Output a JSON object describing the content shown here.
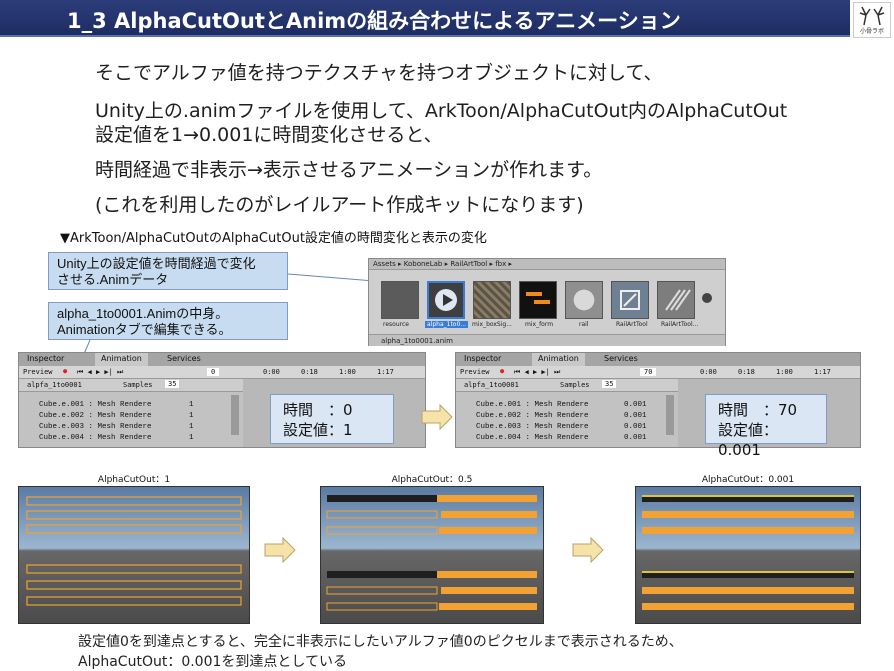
{
  "header": {
    "title": "1_3 AlphaCutOutとAnimの組み合わせによるアニメーション",
    "logo_text": "小骨ラボ"
  },
  "body_lines": [
    "そこでアルファ値を持つテクスチャを持つオブジェクトに対して、",
    "Unity上の.animファイルを使用して、ArkToon/AlphaCutOut内のAlphaCutOut",
    "設定値を1→0.001に時間変化させると、",
    "時間経過で非表示→表示させるアニメーションが作れます。",
    "(これを利用したのがレイルアート作成キットになります)"
  ],
  "section_caption": "▼ArkToon/AlphaCutOutのAlphaCutOut設定値の時間変化と表示の変化",
  "callouts": {
    "anim_data": [
      "Unity上の設定値を時間経過で変化",
      "させる.Animデータ"
    ],
    "anim_contents": [
      "alpha_1to0001.Animの中身。",
      "Animationタブで編集できる。"
    ],
    "left_values": [
      "時間　：0",
      "設定値：1"
    ],
    "right_values": [
      "時間　：70",
      "設定値：0.001"
    ]
  },
  "asset_browser": {
    "breadcrumb": "Assets ▸ KoboneLab ▸ RailArtTool ▸ fbx ▸",
    "items": [
      "resource",
      "alpha_1to0...",
      "mix_boxSig...",
      "mix_form",
      "rail",
      "RailArtTool",
      "RailArtTool..."
    ],
    "footer_file": "alpha_1to0001.anim"
  },
  "animation_panel_left": {
    "tabs": [
      "Inspector",
      "Animation",
      "Services"
    ],
    "preview_label": "Preview",
    "frame_value": "0",
    "clip_name": "alpfa_1to0001",
    "samples_label": "Samples",
    "samples_value": "35",
    "ruler": [
      "0:00",
      "0:18",
      "1:00",
      "1:17"
    ],
    "rows": [
      {
        "name": "Cube.e.001 : Mesh Rendere",
        "value": "1"
      },
      {
        "name": "Cube.e.002 : Mesh Rendere",
        "value": "1"
      },
      {
        "name": "Cube.e.003 : Mesh Rendere",
        "value": "1"
      },
      {
        "name": "Cube.e.004 : Mesh Rendere",
        "value": "1"
      }
    ]
  },
  "animation_panel_right": {
    "tabs": [
      "Inspector",
      "Animation",
      "Services"
    ],
    "preview_label": "Preview",
    "frame_value": "70",
    "clip_name": "alpfa_1to0001",
    "samples_label": "Samples",
    "samples_value": "35",
    "ruler": [
      "0:00",
      "0:18",
      "1:00",
      "1:17"
    ],
    "rows": [
      {
        "name": "Cube.e.001 : Mesh Rendere",
        "value": "0.001"
      },
      {
        "name": "Cube.e.002 : Mesh Rendere",
        "value": "0.001"
      },
      {
        "name": "Cube.e.003 : Mesh Rendere",
        "value": "0.001"
      },
      {
        "name": "Cube.e.004 : Mesh Rendere",
        "value": "0.001"
      }
    ]
  },
  "scenes": [
    {
      "label": "AlphaCutOut：1"
    },
    {
      "label": "AlphaCutOut：0.5"
    },
    {
      "label": "AlphaCutOut：0.001"
    }
  ],
  "footer_lines": [
    "設定値0を到達点とすると、完全に非表示にしたいアルファ値0のピクセルまで表示されるため、",
    "AlphaCutOut：0.001を到達点としている"
  ],
  "colors": {
    "title_bg": "#1e2c62",
    "callout_bg": "#c7dcf0",
    "arrow_fill": "#f6e3a8"
  }
}
